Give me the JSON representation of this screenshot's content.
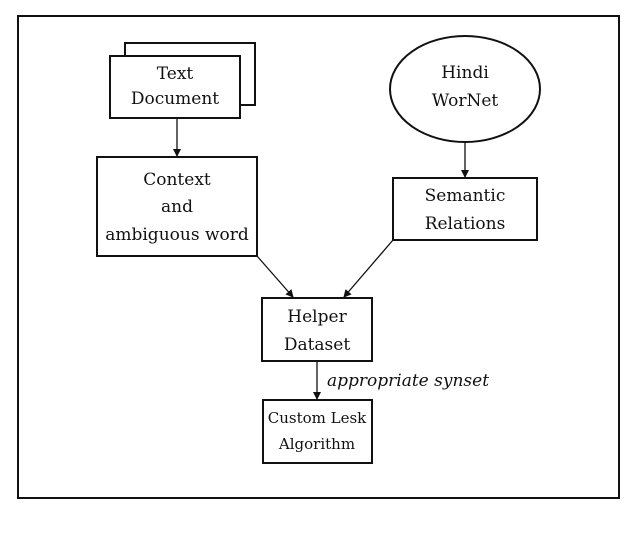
{
  "nodes": {
    "text_document": {
      "lines": [
        "Text",
        "Document"
      ],
      "shape": "multi-document"
    },
    "hindi_wordnet": {
      "lines": [
        "Hindi",
        "WorNet"
      ],
      "shape": "ellipse"
    },
    "context": {
      "lines": [
        "Context",
        "and",
        "ambiguous word"
      ],
      "shape": "rectangle"
    },
    "semantic_relations": {
      "lines": [
        "Semantic",
        "Relations"
      ],
      "shape": "rectangle"
    },
    "helper_dataset": {
      "lines": [
        "Helper",
        "Dataset"
      ],
      "shape": "rectangle"
    },
    "custom_lesk": {
      "lines": [
        "Custom Lesk",
        "Algorithm"
      ],
      "shape": "rectangle"
    }
  },
  "edges": [
    {
      "from": "text_document",
      "to": "context",
      "label": ""
    },
    {
      "from": "hindi_wordnet",
      "to": "semantic_relations",
      "label": ""
    },
    {
      "from": "context",
      "to": "helper_dataset",
      "label": ""
    },
    {
      "from": "semantic_relations",
      "to": "helper_dataset",
      "label": ""
    },
    {
      "from": "helper_dataset",
      "to": "custom_lesk",
      "label": "appropriate synset"
    }
  ],
  "colors": {
    "stroke": "#111111",
    "background": "#ffffff"
  }
}
